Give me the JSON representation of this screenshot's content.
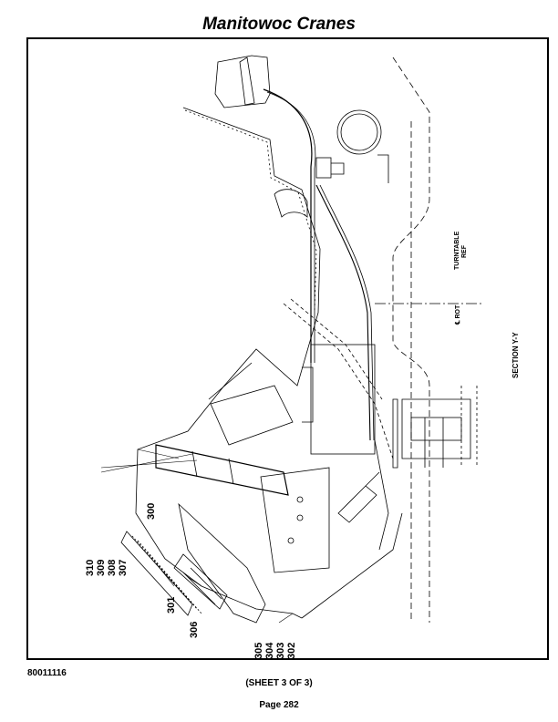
{
  "header": {
    "title": "Manitowoc Cranes"
  },
  "drawing": {
    "callouts_left_top": [
      "310",
      "309",
      "308",
      "307"
    ],
    "callout_300": "300",
    "callout_301": "301",
    "callout_306": "306",
    "callouts_bottom": [
      "305",
      "304",
      "303",
      "302"
    ],
    "turntable_line1": "TURNTABLE",
    "turntable_line2": "REF",
    "rot_label": "℄ ROT",
    "section_label": "SECTION Y-Y"
  },
  "footer": {
    "doc_number": "80011116",
    "sheet": "(SHEET 3 OF 3)",
    "page": "Page 282"
  }
}
